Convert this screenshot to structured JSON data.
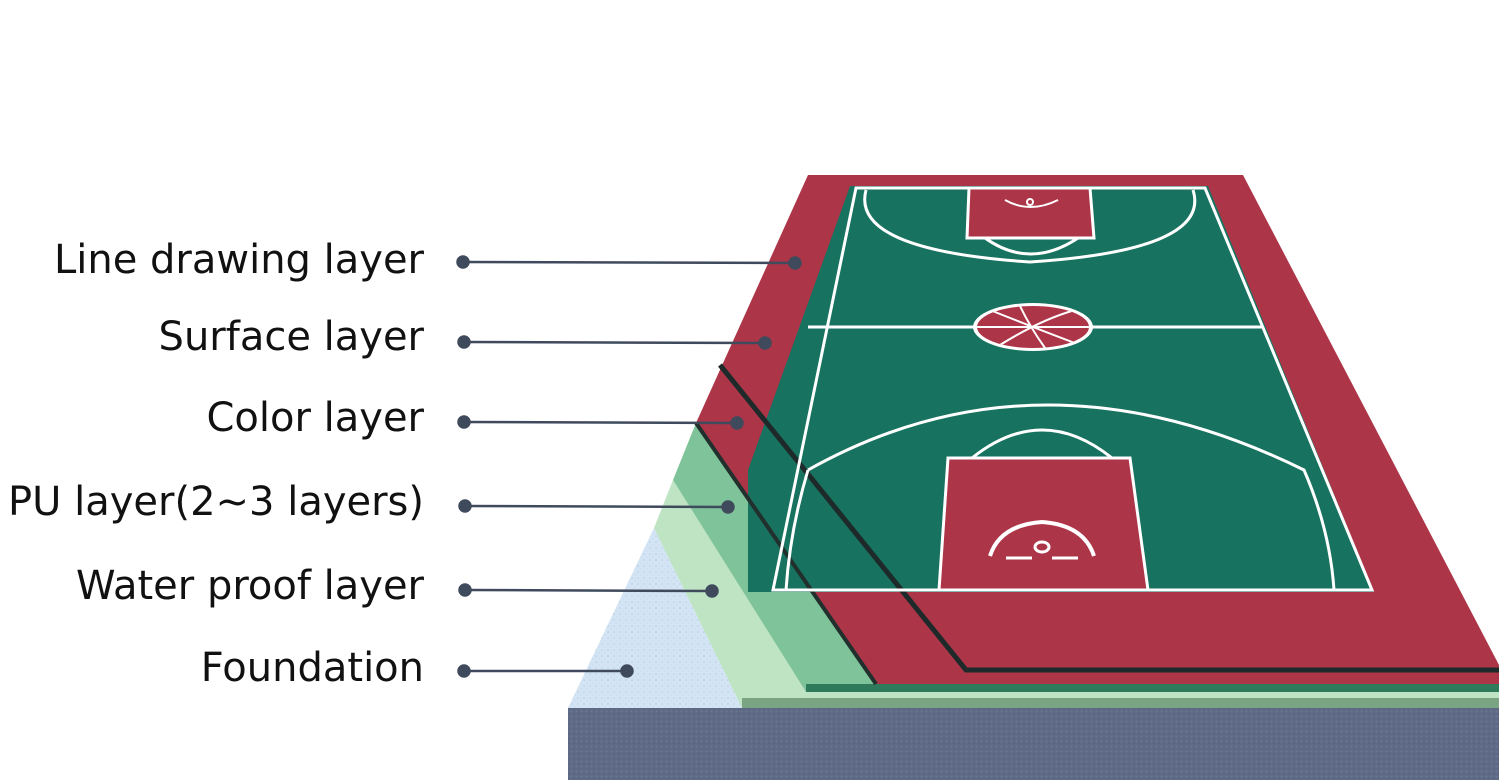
{
  "labels": [
    {
      "id": "line-drawing",
      "text": "Line drawing layer"
    },
    {
      "id": "surface",
      "text": "Surface layer"
    },
    {
      "id": "color",
      "text": "Color layer"
    },
    {
      "id": "pu",
      "text": "PU layer(2~3 layers)"
    },
    {
      "id": "water-proof",
      "text": "Water proof layer"
    },
    {
      "id": "foundation",
      "text": "Foundation"
    }
  ],
  "colors": {
    "court_red": "#ad3548",
    "court_green": "#177260",
    "court_lines": "#ffffff",
    "pu_green": "#7fc39a",
    "waterproof_green": "#bfe4c4",
    "foundation_blue": "#d3e4f4",
    "base_gray": "#5f6b86",
    "leader_line": "#3f4a5c"
  }
}
